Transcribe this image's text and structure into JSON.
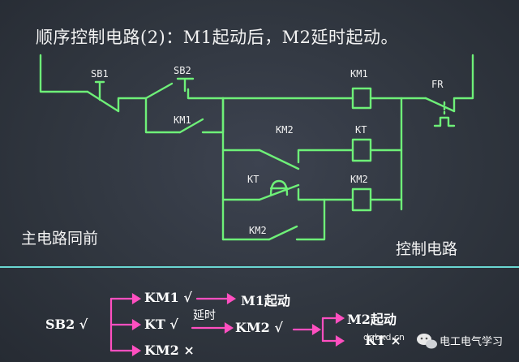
{
  "title": "顺序控制电路(2)：M1起动后，M2延时起动。",
  "circuit": {
    "sb1": "SB1",
    "sb2": "SB2",
    "km1_aux": "KM1",
    "km1_coil": "KM1",
    "fr": "FR",
    "km2_nc": "KM2",
    "kt_coil": "KT",
    "kt_contact": "KT",
    "km2_coil": "KM2",
    "km2_aux": "KM2"
  },
  "notes": {
    "main_circuit": "主电路同前",
    "control_circuit": "控制电路"
  },
  "sequence": {
    "start": "SB2 √",
    "km1": "KM1 √",
    "m1": "M1起动",
    "kt": "KT √",
    "km2_x": "KM2 ×",
    "delay": "延时",
    "km2": "KM2 √",
    "m2": "M2起动",
    "kt_x": "KT ×"
  },
  "watermark": {
    "site": "dqbxd.cn",
    "account": "电工电气学习"
  },
  "colors": {
    "background": "#2f3541",
    "wire": "#6ef078",
    "arrow": "#ff4fc0",
    "divider": "#6ad7d2",
    "text": "#f2f2f2"
  }
}
